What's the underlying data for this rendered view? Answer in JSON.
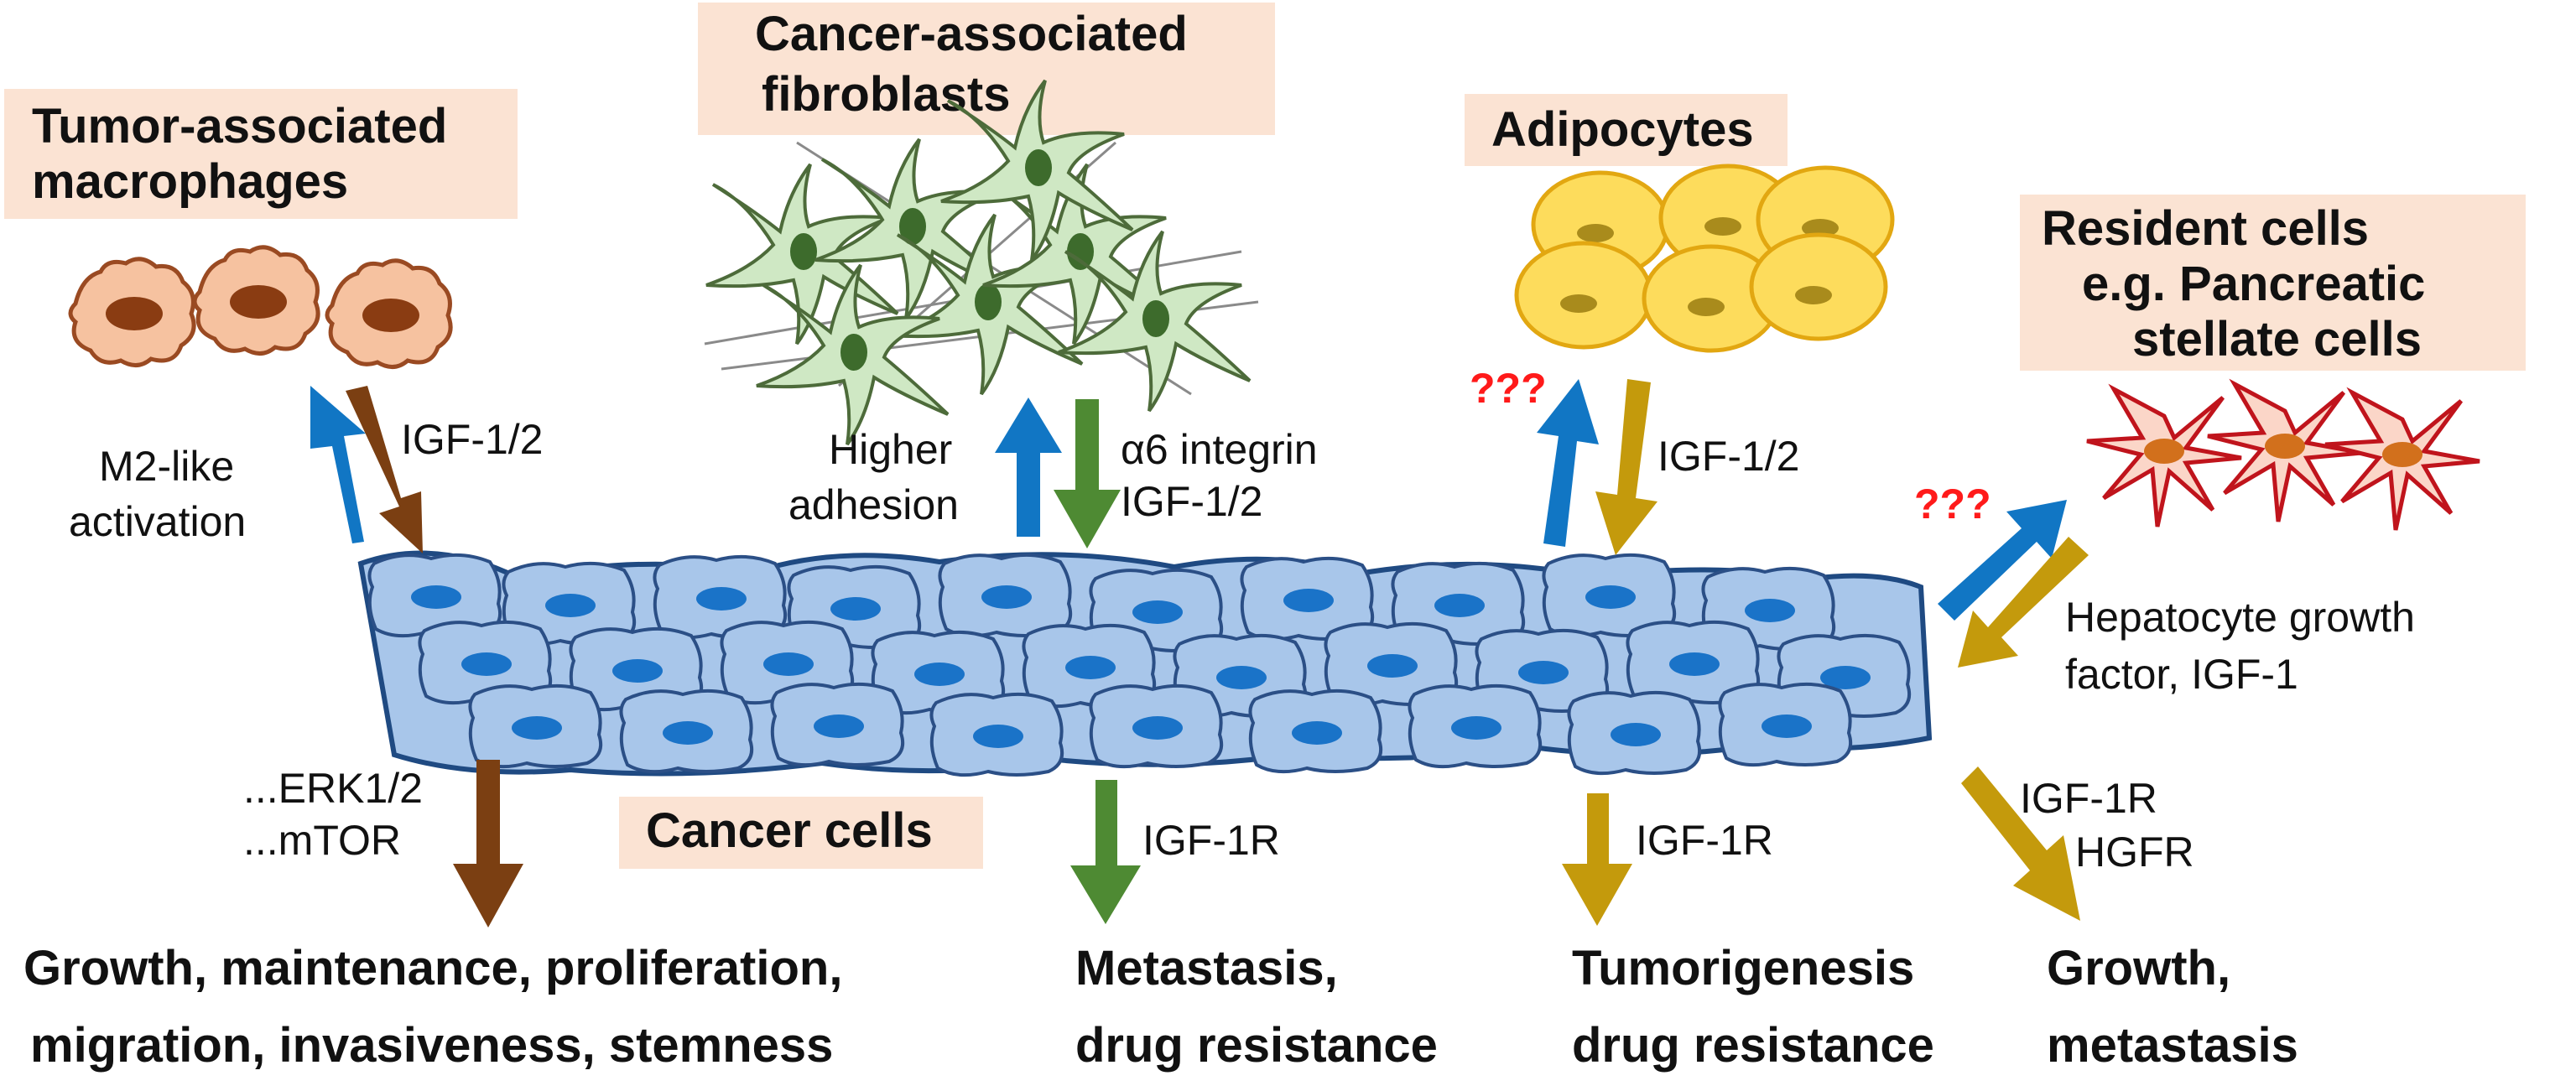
{
  "headers": {
    "macrophages": [
      "Tumor-associated",
      "macrophages"
    ],
    "fibroblasts": [
      "Cancer-associated",
      "fibroblasts"
    ],
    "adipocytes": "Adipocytes",
    "resident": [
      "Resident cells",
      "e.g. Pancreatic",
      "stellate cells"
    ],
    "cancer_cells": "Cancer cells"
  },
  "labels": {
    "mac_up": [
      "M2-like",
      "activation"
    ],
    "mac_down": "IGF-1/2",
    "fib_up": [
      "Higher",
      "adhesion"
    ],
    "fib_down": [
      "α6 integrin",
      "IGF-1/2"
    ],
    "adi_up": "???",
    "adi_down": "IGF-1/2",
    "res_up": "???",
    "res_down": [
      "Hepatocyte growth",
      "factor, IGF-1"
    ],
    "path_1": [
      "...ERK1/2",
      "...mTOR"
    ],
    "path_2": "IGF-1R",
    "path_3": "IGF-1R",
    "path_4": [
      "IGF-1R",
      "HGFR"
    ]
  },
  "outcomes": {
    "o1": [
      "Growth, maintenance, proliferation,",
      "migration, invasiveness, stemness"
    ],
    "o2": [
      "Metastasis,",
      "drug resistance"
    ],
    "o3": [
      "Tumorigenesis",
      "drug resistance"
    ],
    "o4": [
      "Growth,",
      "metastasis"
    ]
  },
  "colors": {
    "header_box": "#fbe3d3",
    "blue_arrow": "#1176c4",
    "brown_arrow": "#7b3f12",
    "green_arrow": "#4e8a33",
    "gold_arrow": "#c49a0c",
    "question": "#ff1a1a",
    "cancer_cell": "#a8c6ea",
    "nucleus": "#1a73c8"
  }
}
